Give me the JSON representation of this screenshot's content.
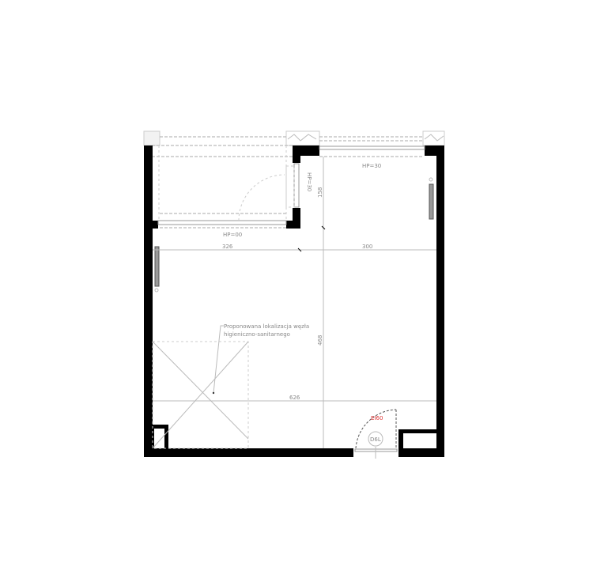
{
  "plan": {
    "labels": {
      "hp_balcony": "HP=00",
      "hp_side_window": "HP=30",
      "hp_top_window": "HP=30",
      "note_line1": "Proponowana lokalizacja węzła",
      "note_line2": "higieniczno-sanitarnego",
      "door_fire_rating": "EI60",
      "door_type": "D6L"
    },
    "dimensions": {
      "left_width": "326",
      "right_width": "300",
      "total_width": "626",
      "upper_depth": "158",
      "total_depth": "468"
    },
    "colors": {
      "wall": "#000000",
      "fire_rating": "#dd3333"
    }
  }
}
